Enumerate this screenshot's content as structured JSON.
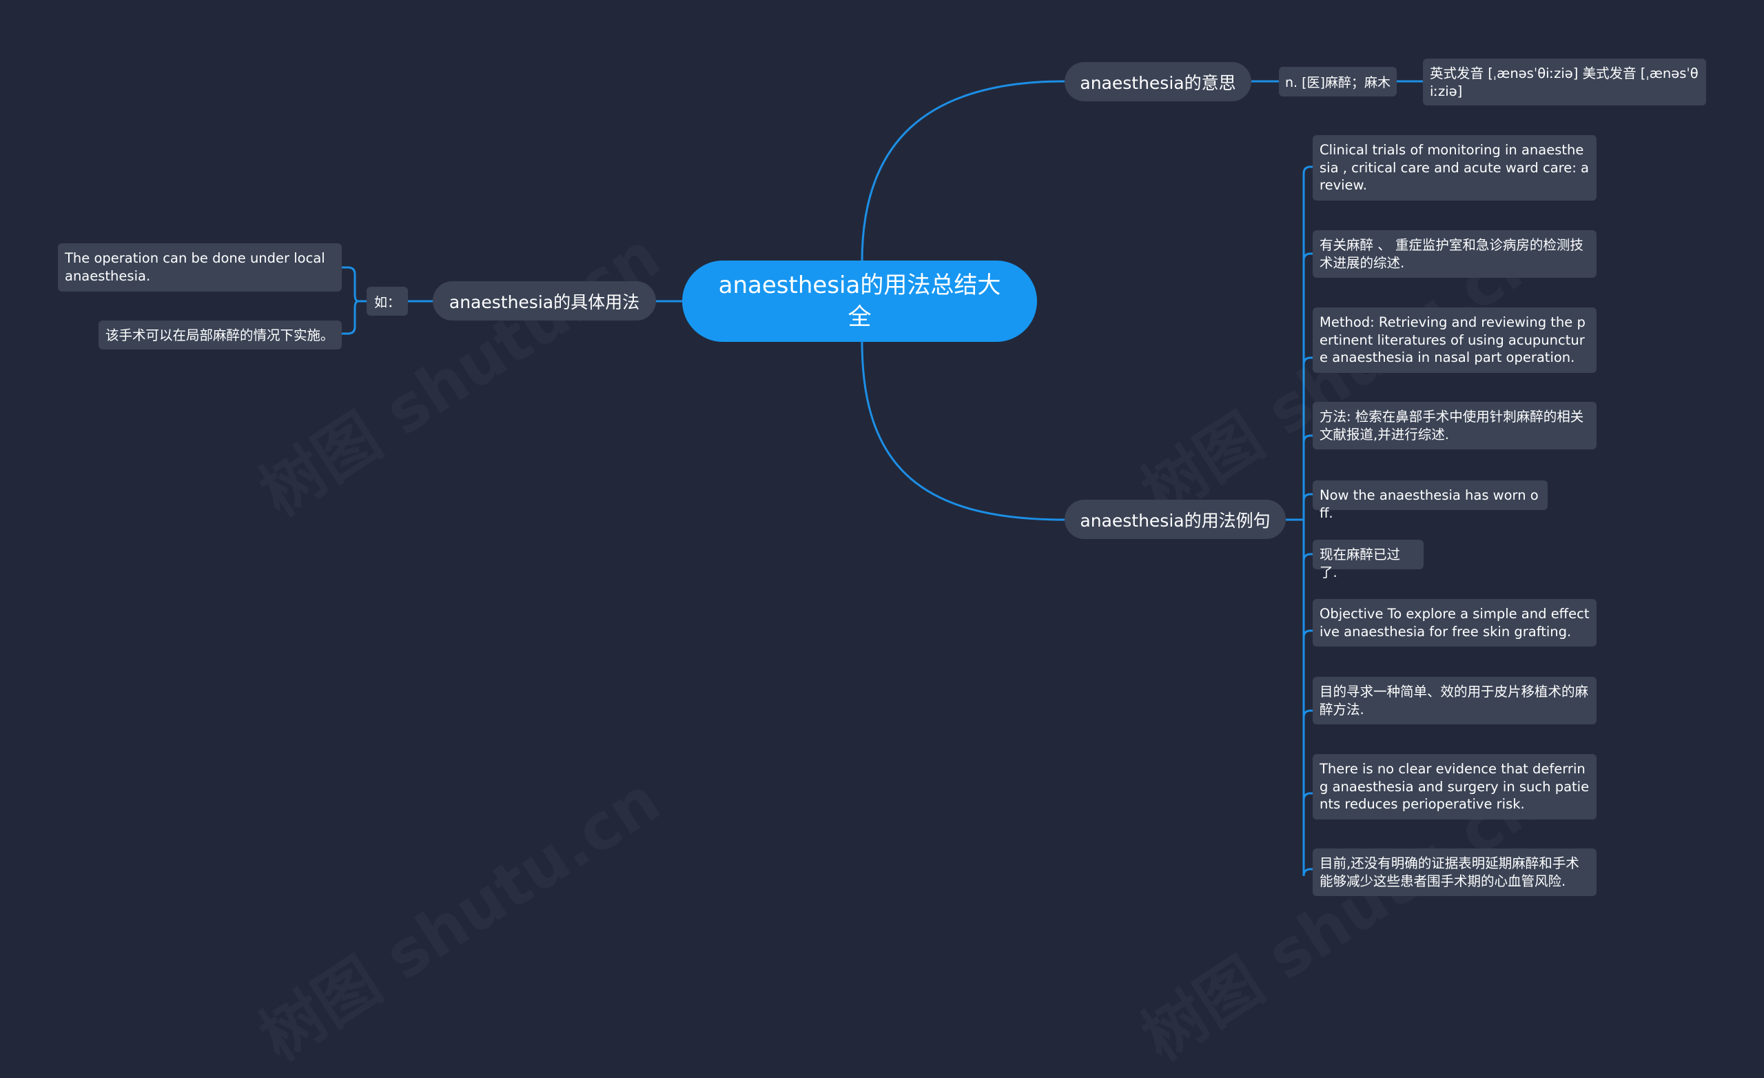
{
  "root": {
    "title": "anaesthesia的用法总结大全"
  },
  "branches": {
    "meaning": {
      "label": "anaesthesia的意思",
      "definition": "n. [医]麻醉；麻木",
      "pronunciation": "英式发音 [ˌænəsˈθiːziə] 美式发音 [ˌænəsˈθiːziə]"
    },
    "usage": {
      "label": "anaesthesia的具体用法",
      "tag": "如：",
      "examples": [
        "The operation can be done under local anaesthesia.",
        "该手术可以在局部麻醉的情况下实施。"
      ]
    },
    "sentences": {
      "label": "anaesthesia的用法例句",
      "items": [
        "Clinical trials of monitoring in anaesthesia , critical care and acute ward care: a review.",
        "有关麻醉 、 重症监护室和急诊病房的检测技术进展的综述.",
        "Method: Retrieving and reviewing the pertinent literatures of using acupuncture anaesthesia in nasal part operation.",
        "方法: 检索在鼻部手术中使用针刺麻醉的相关文献报道,并进行综述.",
        "Now the anaesthesia has worn off.",
        "现在麻醉已过了.",
        "Objective To explore a simple and effective anaesthesia for free skin grafting.",
        "目的寻求一种简单、效的用于皮片移植术的麻醉方法.",
        "There is no clear evidence that deferring anaesthesia and surgery in such patients reduces perioperative risk.",
        "目前,还没有明确的证据表明延期麻醉和手术能够减少这些患者围手术期的心血管风险."
      ]
    }
  },
  "watermark": "树图 shutu.cn",
  "colors": {
    "background": "#22283a",
    "root": "#1797f2",
    "node": "#3b4355",
    "link": "#1c8fe6"
  }
}
